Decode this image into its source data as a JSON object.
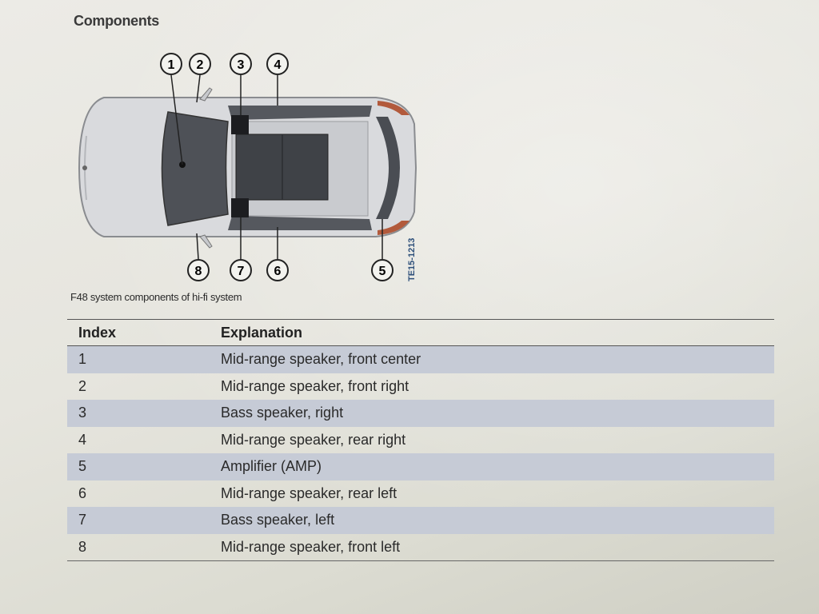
{
  "heading": "Components",
  "figure": {
    "callouts": [
      "1",
      "2",
      "3",
      "4",
      "5",
      "6",
      "7",
      "8"
    ],
    "code": "TE15-1213"
  },
  "caption": "F48 system components of hi-fi system",
  "table": {
    "headers": {
      "index": "Index",
      "explanation": "Explanation"
    },
    "rows": [
      {
        "index": "1",
        "explanation": "Mid-range speaker, front center"
      },
      {
        "index": "2",
        "explanation": "Mid-range speaker, front right"
      },
      {
        "index": "3",
        "explanation": "Bass speaker, right"
      },
      {
        "index": "4",
        "explanation": "Mid-range speaker, rear right"
      },
      {
        "index": "5",
        "explanation": "Amplifier (AMP)"
      },
      {
        "index": "6",
        "explanation": "Mid-range speaker, rear left"
      },
      {
        "index": "7",
        "explanation": "Bass speaker, left"
      },
      {
        "index": "8",
        "explanation": "Mid-range speaker, front left"
      }
    ]
  }
}
